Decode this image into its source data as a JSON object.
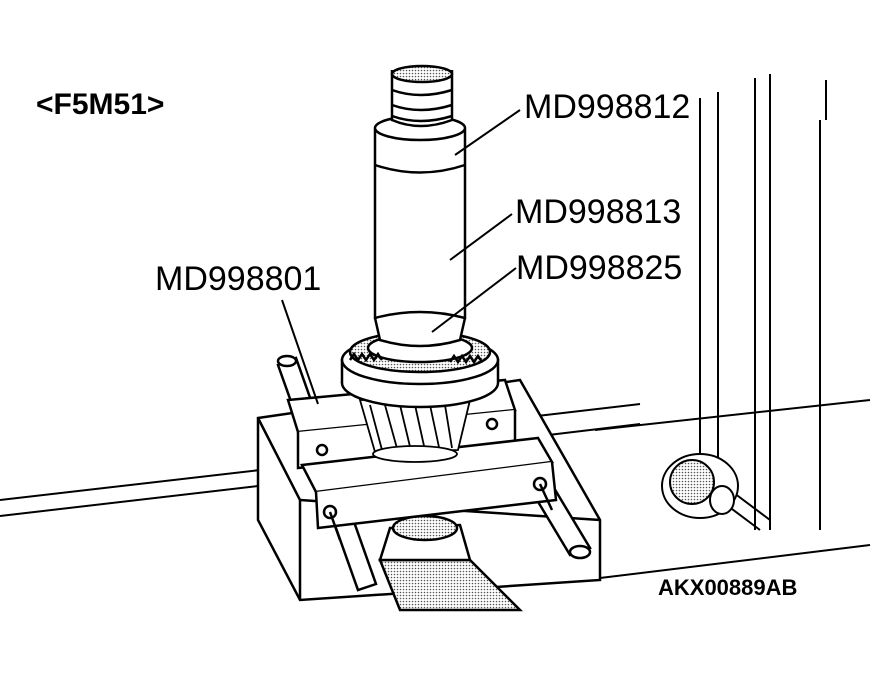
{
  "model_label": "<F5M51>",
  "figure_code": "AKX00889AB",
  "callouts": {
    "md998812": "MD998812",
    "md998813": "MD998813",
    "md998825": "MD998825",
    "md998801": "MD998801"
  },
  "colors": {
    "ink": "#000000",
    "paper": "#ffffff",
    "shade": "#cfcfcf",
    "dark": "#111111"
  }
}
